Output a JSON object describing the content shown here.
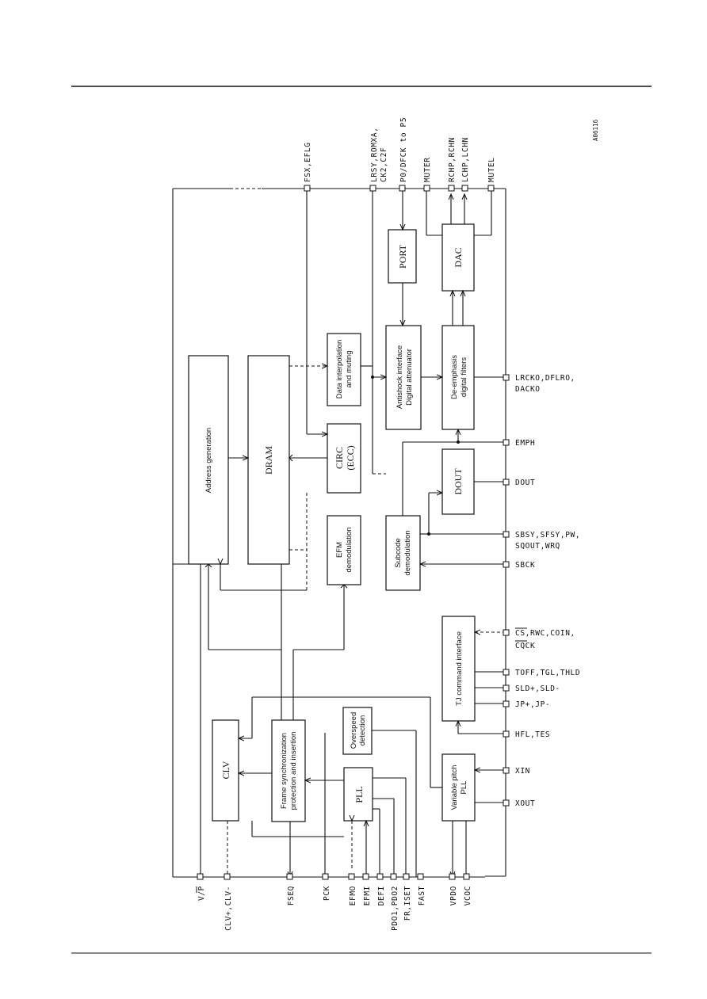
{
  "figure_code": "A06116",
  "blocks": {
    "address_generation": "Address generation",
    "dram": "DRAM",
    "data_interp_1": "Data interpolation",
    "data_interp_2": "and muting",
    "port": "PORT",
    "dac": "DAC",
    "antishock_1": "Antishock interface",
    "antishock_2": "Digital attenuator",
    "deemph_1": "De-emphasis",
    "deemph_2": "digital filters",
    "circ_1": "CIRC",
    "circ_2": "(ECC)",
    "dout": "DOUT",
    "efm_1": "EFM",
    "efm_2": "demodulation",
    "subcode_1": "Subcode",
    "subcode_2": "demodulation",
    "cmd_if": "TJ command interface",
    "clv": "CLV",
    "framesync_1": "Frame synchronization",
    "framesync_2": "protection and insertion",
    "overspeed_1": "Overspeed",
    "overspeed_2": "detection",
    "pll": "PLL",
    "vpll_1": "Variable pitch",
    "vpll_2": "PLL"
  },
  "top_pins": {
    "fsx": "FSX,EFLG",
    "lrsy_1": "LRSY,ROMXA,",
    "lrsy_2": "CK2,C2F",
    "p0": "P0/DFCK to P5",
    "muter": "MUTER",
    "rchp": "RCHP,RCHN",
    "lchp": "LCHP,LCHN",
    "mutel": "MUTEL"
  },
  "right_pins": {
    "lrcko_1": "LRCKO,DFLRO,",
    "lrcko_2": "DACKO",
    "emph": "EMPH",
    "dout": "DOUT",
    "sbsy_1": "SBSY,SFSY,PW,",
    "sbsy_2": "SQOUT,WRQ",
    "sbck": "SBCK",
    "cs_1": "CS,RWC,COIN,",
    "cs_2": "CQCK",
    "toff": "TOFF,TGL,THLD",
    "sld": "SLD+,SLD-",
    "jp": "JP+,JP-",
    "hfl": "HFL,TES",
    "xin": "XIN",
    "xout": "XOUT"
  },
  "bottom_pins": {
    "vp": "V/P",
    "clv": "CLV+,CLV-",
    "fseq": "FSEQ",
    "pck": "PCK",
    "efmo": "EFMO",
    "efmi": "EFMI",
    "defi": "DEFI",
    "pdo": "PDO1,PDO2",
    "fr": "FR,ISET",
    "fast": "FAST",
    "vpdo": "VPDO",
    "vcoc": "VCOC"
  }
}
